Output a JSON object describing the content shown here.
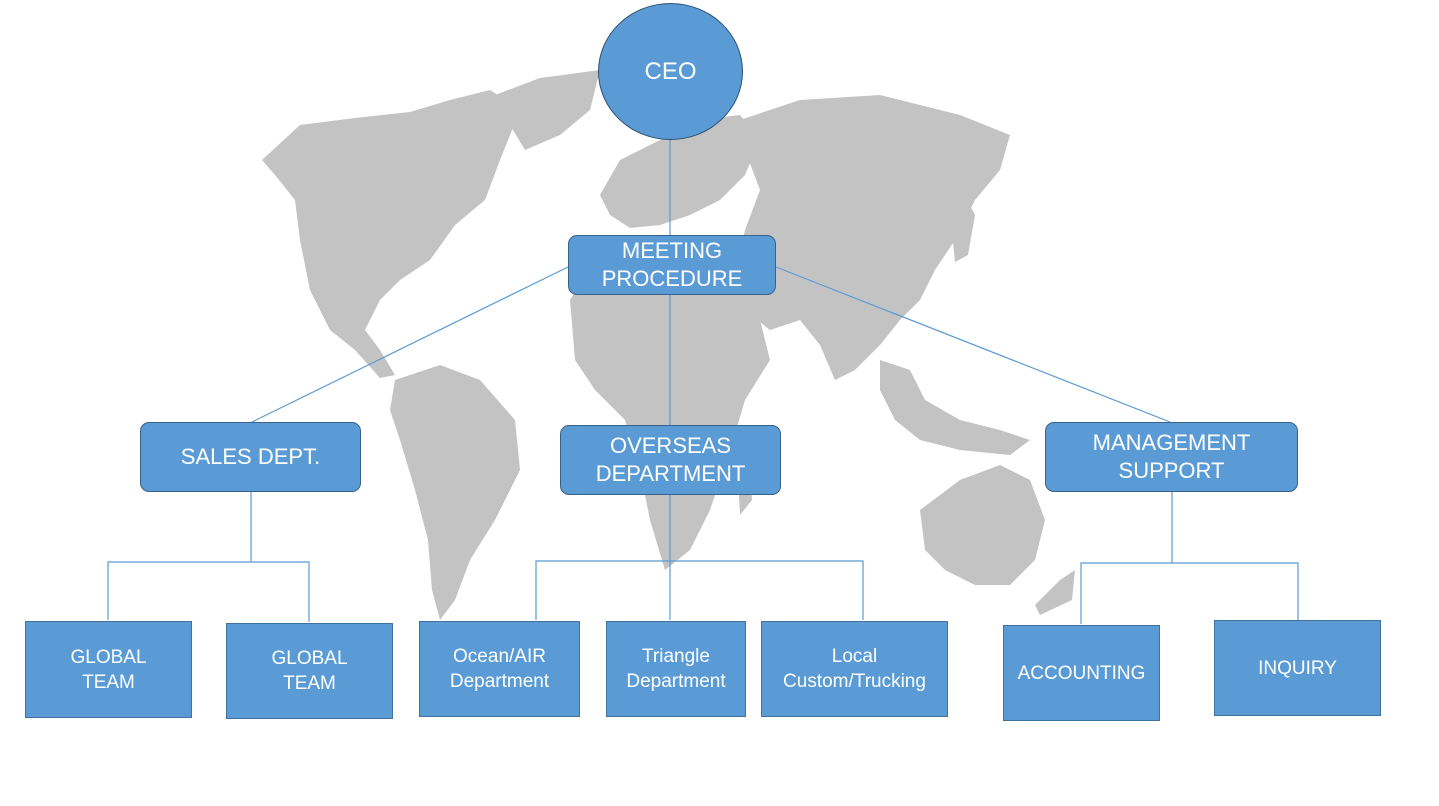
{
  "diagram": {
    "ceo": "CEO",
    "meeting": "MEETING\nPROCEDURE",
    "sales": "SALES  DEPT.",
    "overseas": "OVERSEAS\nDEPARTMENT",
    "management": "MANAGEMENT\nSUPPORT",
    "global_team_1": "GLOBAL\nTEAM",
    "global_team_2": "GLOBAL\nTEAM",
    "ocean_air": "Ocean/AIR\nDepartment",
    "triangle": "Triangle\nDepartment",
    "local": "Local\nCustom/Trucking",
    "accounting": "ACCOUNTING",
    "inquiry": "INQUIRY"
  },
  "colors": {
    "node_fill": "#5b9bd5",
    "connector": "#5b9bd5",
    "map": "#c3c3c3"
  }
}
